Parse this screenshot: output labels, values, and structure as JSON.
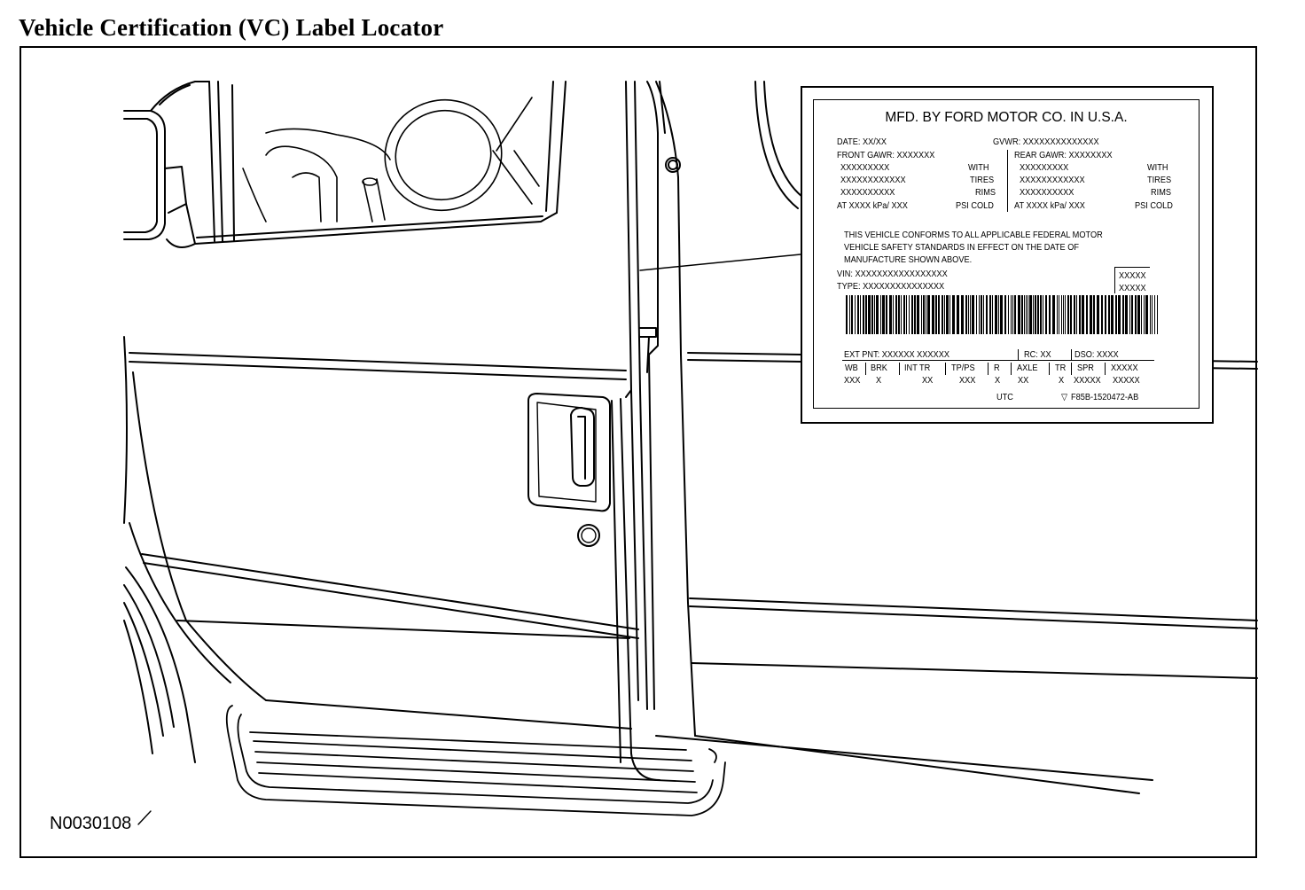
{
  "title": "Vehicle Certification (VC) Label Locator",
  "figure_id": "N0030108",
  "label": {
    "header": "MFD. BY FORD MOTOR CO. IN U.S.A.",
    "date": "DATE: XX/XX",
    "gvwr": "GVWR: XXXXXXXXXXXXXX",
    "front_gawr": "FRONT GAWR: XXXXXXX",
    "rear_gawr": "REAR GAWR: XXXXXXXX",
    "front_rows": [
      "XXXXXXXXX",
      "XXXXXXXXXXXX",
      "XXXXXXXXXX"
    ],
    "rear_rows": [
      "XXXXXXXXX",
      "XXXXXXXXXXXX",
      "XXXXXXXXXX"
    ],
    "with": "WITH",
    "tires": "TIRES",
    "rims": "RIMS",
    "at_line": "AT   XXXX  kPa/ XXX",
    "psi_cold": "PSI COLD",
    "conform_1": "THIS VEHICLE CONFORMS TO ALL APPLICABLE FEDERAL MOTOR",
    "conform_2": "VEHICLE SAFETY STANDARDS IN EFFECT ON THE DATE OF",
    "conform_3": "MANUFACTURE SHOWN ABOVE.",
    "vin": "VIN:  XXXXXXXXXXXXXXXXX",
    "type": "TYPE: XXXXXXXXXXXXXXX",
    "box_1": "XXXXX",
    "box_2": "XXXXX",
    "ext_pnt": "EXT PNT:  XXXXXX XXXXXX",
    "rc": "RC:  XX",
    "dso": "DSO: XXXX",
    "headers": [
      "WB",
      "BRK",
      "INT TR",
      "TP/PS",
      "R",
      "AXLE",
      "TR",
      "SPR",
      "XXXXX"
    ],
    "values": [
      "XXX",
      "X",
      "XX",
      "XXX",
      "X",
      "XX",
      "X",
      "XXXXX",
      "XXXXX"
    ],
    "utc": "UTC",
    "part_no": "F85B-1520472-AB"
  }
}
